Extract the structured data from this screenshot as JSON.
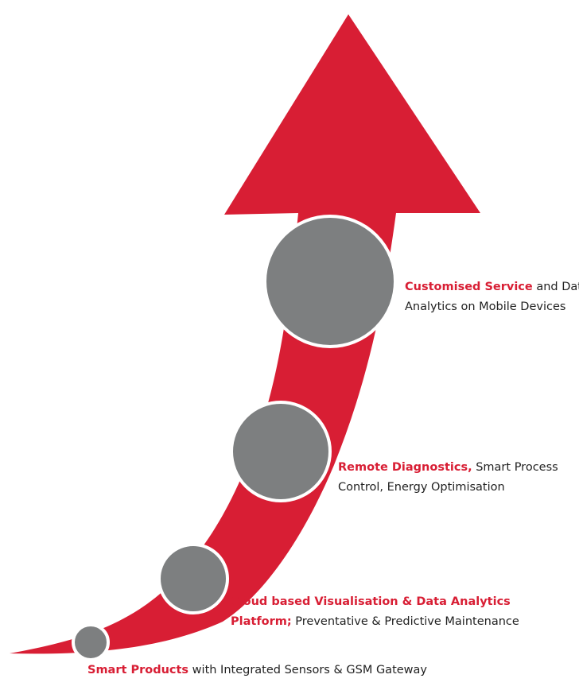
{
  "colors": {
    "arrow": "#d81e34",
    "circle": "#7d7f80",
    "circle_border": "#ffffff",
    "highlight_text": "#d81e34",
    "body_text": "#222222"
  },
  "stages": [
    {
      "highlight_line1": "Customised Service",
      "rest_line1": " and Data",
      "line2": "Analytics on Mobile Devices"
    },
    {
      "highlight_line1": "Remote Diagnostics,",
      "rest_line1": " Smart Process",
      "line2": "Control, Energy Optimisation"
    },
    {
      "highlight_line1": "Cloud based Visualisation & Data Analytics",
      "highlight_line2": "Platform;",
      "rest_line2": " Preventative & Predictive Maintenance"
    },
    {
      "highlight_line1": "Smart Products",
      "rest_line1": " with Integrated Sensors & GSM Gateway"
    }
  ]
}
